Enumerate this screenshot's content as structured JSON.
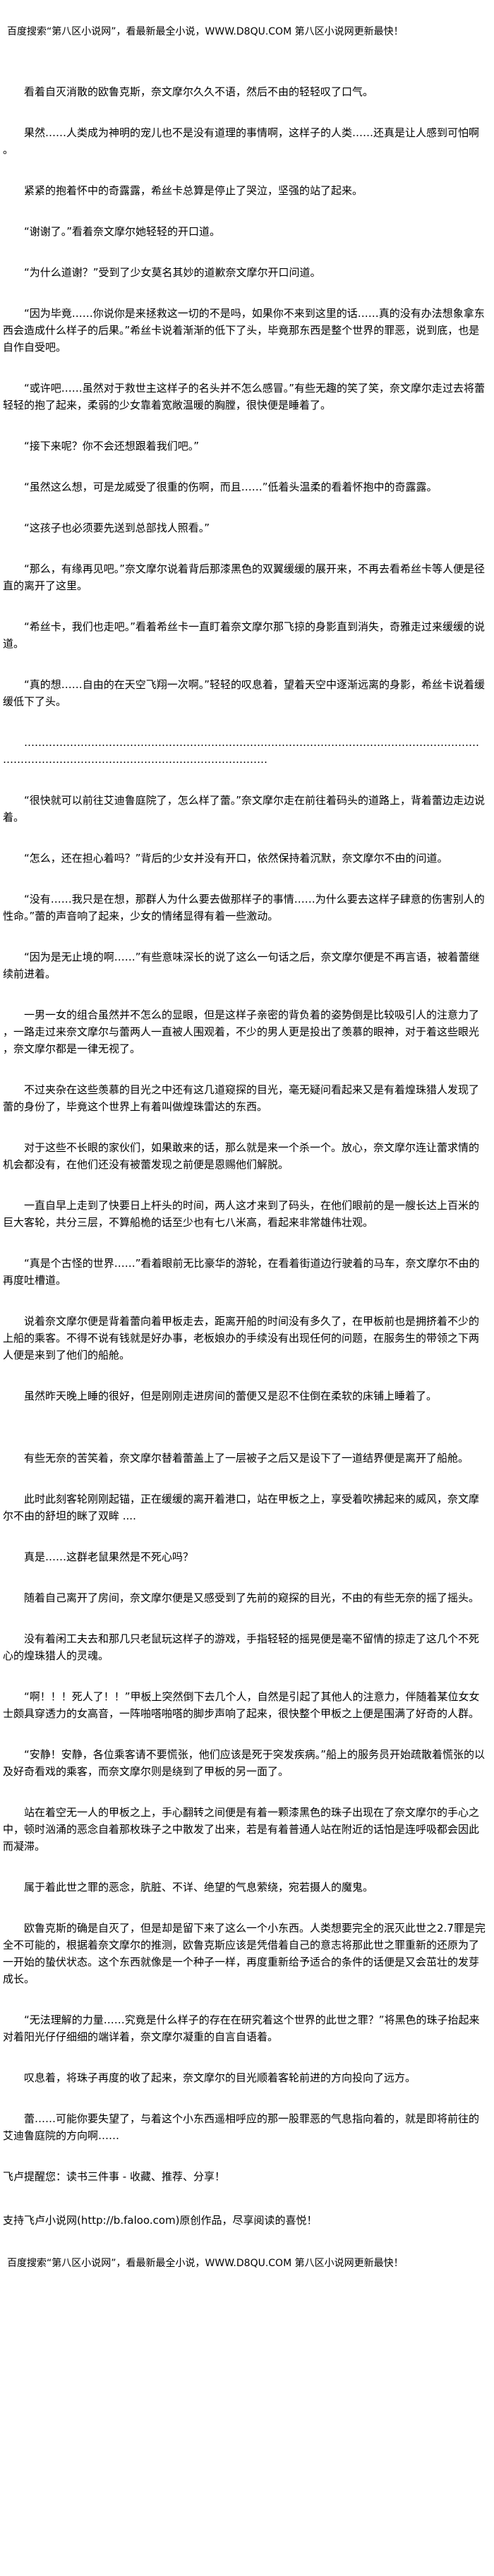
{
  "banner": "百度搜索“第八区小说网”，看最新最全小说，WWW.D8QU.COM  第八区小说网更新最快！",
  "paragraphs": [
    "看着自灭消散的欧鲁克斯，奈文摩尔久久不语，然后不由的轻轻叹了口气。",
    "果然……人类成为神明的宠儿也不是没有道理的事情啊，这样子的人类……还真是让人感到可怕啊。",
    "紧紧的抱着怀中的奇露露，希丝卡总算是停止了哭泣，坚强的站了起来。",
    "“谢谢了。”看着奈文摩尔她轻轻的开口道。",
    "“为什么道谢？”受到了少女莫名其妙的道歉奈文摩尔开口问道。",
    "“因为毕竟……你说你是来拯救这一切的不是吗，如果你不来到这里的话……真的没有办法想象拿东西会造成什么样子的后果。”希丝卡说着渐渐的低下了头，毕竟那东西是整个世界的罪恶，说到底，也是自作自受吧。",
    "“或许吧……虽然对于救世主这样子的名头并不怎么感冒。”有些无趣的笑了笑，奈文摩尔走过去将蕾轻轻的抱了起来，柔弱的少女靠着宽敞温暖的胸膛，很快便是睡着了。",
    "“接下来呢？你不会还想跟着我们吧。”",
    "“虽然这么想，可是龙威受了很重的伤啊，而且……”低着头温柔的看着怀抱中的奇露露。",
    "“这孩子也必须要先送到总部找人照看。”",
    "“那么，有缘再见吧。”奈文摩尔说着背后那漆黑色的双翼缓缓的展开来，不再去看希丝卡等人便是径直的离开了这里。",
    "“希丝卡，我们也走吧。”看着希丝卡一直盯着奈文摩尔那飞掠的身影直到消失，奇雅走过来缓缓的说道。",
    "“真的想……自由的在天空飞翔一次啊。”轻轻的叹息着，望着天空中逐渐远离的身影，希丝卡说着缓缓低下了头。",
    "……………………………………………………………………………………………………………………………………………………………………………………",
    "“很快就可以前往艾迪鲁庭院了，怎么样了蕾。”奈文摩尔走在前往着码头的道路上，背着蕾边走边说着。",
    "“怎么，还在担心着吗？”背后的少女并没有开口，依然保持着沉默，奈文摩尔不由的问道。",
    "“没有……我只是在想，那群人为什么要去做那样子的事情……为什么要去这样子肆意的伤害别人的性命。”蕾的声音响了起来，少女的情绪显得有着一些激动。",
    "“因为是无止境的啊……”有些意味深长的说了这么一句话之后，奈文摩尔便是不再言语，被着蕾继续前进着。",
    "一男一女的组合虽然并不怎么的显眼，但是这样子亲密的背负着的姿势倒是比较吸引人的注意力了，一路走过来奈文摩尔与蕾两人一直被人围观着，不少的男人更是投出了羡慕的眼神，对于着这些眼光，奈文摩尔都是一律无视了。",
    "不过夹杂在这些羡慕的目光之中还有这几道窥探的目光，毫无疑问看起来又是有着煌珠猎人发现了蕾的身份了，毕竟这个世界上有着叫做煌珠雷达的东西。",
    "对于这些不长眼的家伙们，如果敢来的话，那么就是来一个杀一个。放心，奈文摩尔连让蕾求情的机会都没有，在他们还没有被蕾发现之前便是恩赐他们解脱。",
    "一直自早上走到了快要日上杆头的时间，两人这才来到了码头，在他们眼前的是一艘长达上百米的巨大客轮，共分三层，不算船桅的话至少也有七八米高，看起来非常雄伟壮观。",
    "“真是个古怪的世界……”看着眼前无比豪华的游轮，在看着街道边行驶着的马车，奈文摩尔不由的再度吐槽道。",
    "说着奈文摩尔便是背着蕾向着甲板走去，距离开船的时间没有多久了，在甲板前也是拥挤着不少的上船的乘客。不得不说有钱就是好办事，老板娘办的手续没有出现任何的问题，在服务生的带领之下两人便是来到了他们的船舱。",
    "虽然昨天晚上睡的很好，但是刚刚走进房间的蕾便又是忍不住倒在柔软的床铺上睡着了。",
    "有些无奈的苦笑着，奈文摩尔替着蕾盖上了一层被子之后又是设下了一道结界便是离开了船舱。",
    "此时此刻客轮刚刚起锚，正在缓缓的离开着港口，站在甲板之上，享受着吹拂起来的威风，奈文摩尔不由的舒坦的眯了双眸 ....",
    "真是……这群老鼠果然是不死心吗？",
    "随着自己离开了房间，奈文摩尔便是又感受到了先前的窥探的目光，不由的有些无奈的摇了摇头。",
    "没有着闲工夫去和那几只老鼠玩这样子的游戏，手指轻轻的摇晃便是毫不留情的掠走了这几个不死心的煌珠猎人的灵魂。",
    "“啊！！！死人了！！”甲板上突然倒下去几个人，自然是引起了其他人的注意力，伴随着某位女女士颇具穿透力的女高音，一阵啪嗒啪嗒的脚步声响了起来，很快整个甲板之上便是围满了好奇的人群。",
    "“安静！安静，各位乘客请不要慌张，他们应该是死于突发疾病。”船上的服务员开始疏散着慌张的以及好奇看戏的乘客，而奈文摩尔则是绕到了甲板的另一面了。",
    "站在着空无一人的甲板之上，手心翻转之间便是有着一颗漆黑色的珠子出现在了奈文摩尔的手心之中，顿时汹涌的恶念自着那枚珠子之中散发了出来，若是有着普通人站在附近的话怕是连呼吸都会因此而凝滞。",
    "属于着此世之罪的恶念，肮脏、不详、绝望的气息萦绕，宛若摄人的魔鬼。",
    "欧鲁克斯的确是自灭了，但是却是留下来了这么一个小东西。人类想要完全的泯灭此世之2.7罪是完全不可能的，根据着奈文摩尔的推测，欧鲁克斯应该是凭借着自己的意志将那此世之罪重新的还原为了一开始的蛰伏状态。这个东西就像是一个种子一样，再度重新给予适合的条件的话便是又会茁壮的发芽成长。",
    "“无法理解的力量……究竟是什么样子的存在在研究着这个世界的此世之罪？”将黑色的珠子抬起来对着阳光仔仔细细的端详着，奈文摩尔凝重的自言自语着。",
    "叹息着，将珠子再度的收了起来，奈文摩尔的目光顺着客轮前进的方向投向了远方。",
    "蕾……可能你要失望了，与着这个小东西遥相呼应的那一股罪恶的气息指向着的，就是即将前往的艾迪鲁庭院的方向啊……"
  ],
  "footer": {
    "reminder": "飞卢提醒您：读书三件事 - 收藏、推荐、分享！",
    "support": "支持飞卢小说网(http://b.faloo.com)原创作品，尽享阅读的喜悦！"
  }
}
